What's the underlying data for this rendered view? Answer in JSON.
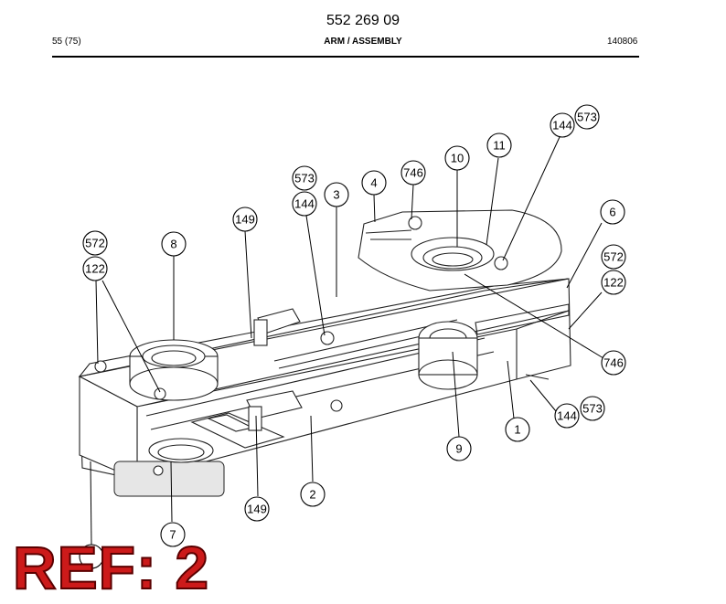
{
  "header": {
    "doc_number": "552 269 09",
    "page": "55 (75)",
    "title": "ARM / ASSEMBLY",
    "date": "140806"
  },
  "callouts": [
    "572",
    "122",
    "8",
    "149",
    "573",
    "144",
    "3",
    "4",
    "746",
    "10",
    "11",
    "144",
    "573",
    "6",
    "572",
    "122",
    "746",
    "144",
    "573",
    "1",
    "9",
    "2",
    "149",
    "7"
  ],
  "ref_label": "REF: 2"
}
